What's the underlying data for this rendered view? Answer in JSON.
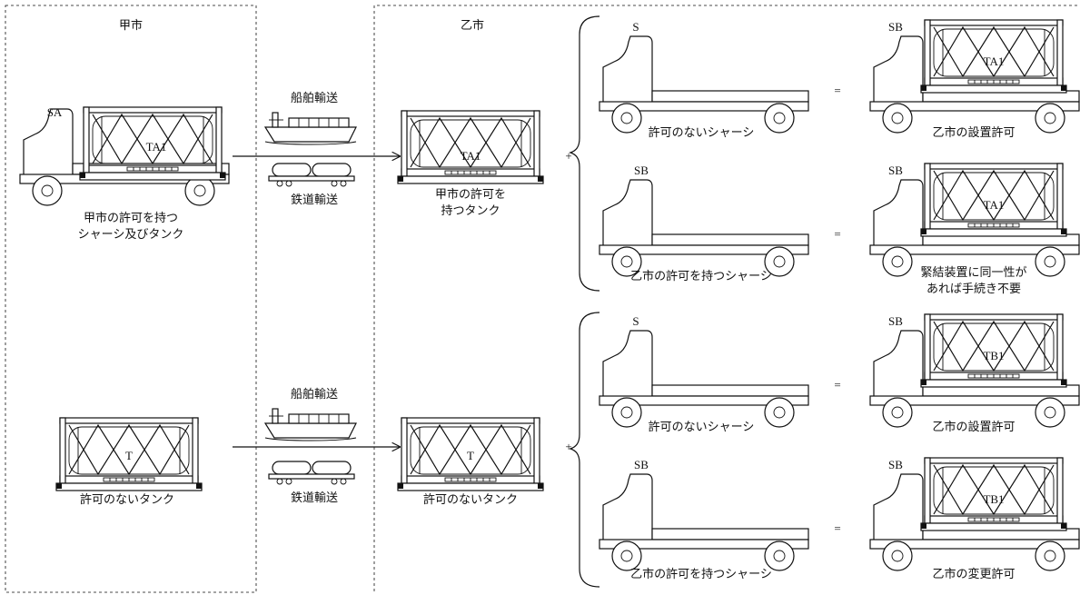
{
  "regions": {
    "city_a": "甲市",
    "city_b": "乙市"
  },
  "transport": {
    "ship": "船舶輸送",
    "rail": "鉄道輸送"
  },
  "row1": {
    "origin_chassis": "SA",
    "origin_tank": "TA1",
    "origin_caption": [
      "甲市の許可を持つ",
      "シャーシ及びタンク"
    ],
    "arrival_tank": "TA1",
    "arrival_caption": [
      "甲市の許可を",
      "持つタンク"
    ]
  },
  "row2": {
    "origin_tank": "T",
    "origin_caption": "許可のないタンク",
    "arrival_tank": "T",
    "arrival_caption": "許可のないタンク"
  },
  "symbols": {
    "plus": "+",
    "equals": "="
  },
  "cases": [
    {
      "chassis": "S",
      "chassis_caption": "許可のないシャーシ",
      "result_chassis": "SB",
      "result_tank": "TA1",
      "result_caption": [
        "乙市の設置許可"
      ]
    },
    {
      "chassis": "SB",
      "chassis_caption": "乙市の許可を持つシャーシ",
      "result_chassis": "SB",
      "result_tank": "TA1",
      "result_caption": [
        "緊結装置に同一性が",
        "あれば手続き不要"
      ]
    },
    {
      "chassis": "S",
      "chassis_caption": "許可のないシャーシ",
      "result_chassis": "SB",
      "result_tank": "TB1",
      "result_caption": [
        "乙市の設置許可"
      ]
    },
    {
      "chassis": "SB",
      "chassis_caption": "乙市の許可を持つシャーシ",
      "result_chassis": "SB",
      "result_tank": "TB1",
      "result_caption": [
        "乙市の変更許可"
      ]
    }
  ]
}
